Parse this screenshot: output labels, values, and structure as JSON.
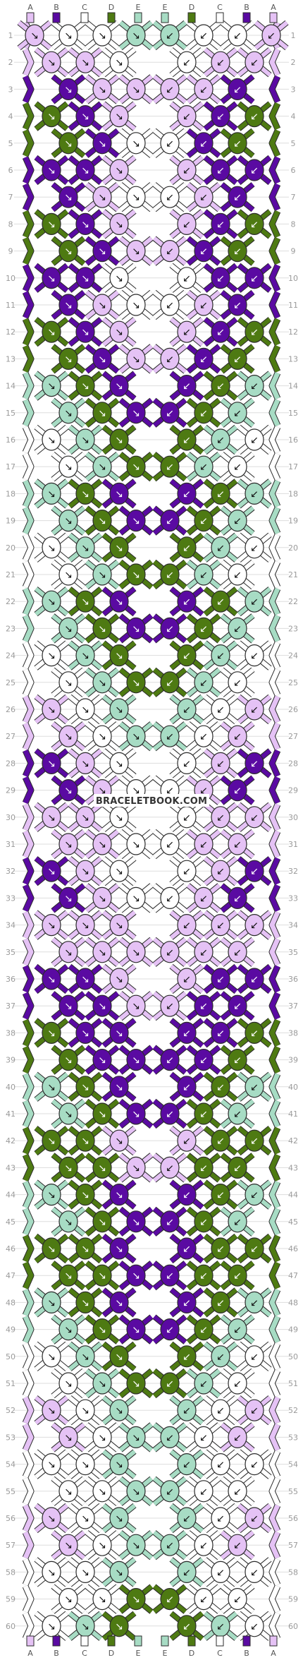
{
  "watermark": "BRACELETBOOK.COM",
  "colors": {
    "A": "#e5c2f5",
    "B": "#5a0aa2",
    "C": "#ffffff",
    "D": "#4e7a12",
    "E": "#a7dcc4",
    "outline": "#2b2b2b",
    "rowline": "#dddddd"
  },
  "string_letters_top": [
    "A",
    "B",
    "C",
    "D",
    "E",
    "E",
    "D",
    "C",
    "B",
    "A"
  ],
  "string_letters_bottom": [
    "A",
    "B",
    "C",
    "D",
    "E",
    "E",
    "D",
    "C",
    "B",
    "A"
  ],
  "row_count": 60,
  "row_labels": [
    "1",
    "2",
    "3",
    "4",
    "5",
    "6",
    "7",
    "8",
    "9",
    "10",
    "11",
    "12",
    "13",
    "14",
    "15",
    "16",
    "17",
    "18",
    "19",
    "20",
    "21",
    "22",
    "23",
    "24",
    "25",
    "26",
    "27",
    "28",
    "29",
    "30",
    "31",
    "32",
    "33",
    "34",
    "35",
    "36",
    "37",
    "38",
    "39",
    "40",
    "41",
    "42",
    "43",
    "44",
    "45",
    "46",
    "47",
    "48",
    "49",
    "50",
    "51",
    "52",
    "53",
    "54",
    "55",
    "56",
    "57",
    "58",
    "59",
    "60"
  ],
  "knot_arrows": {
    "forward": "↘",
    "backward": "↙",
    "forward_backward": "↴",
    "backward_forward": "↵"
  },
  "knot_rows": [
    [
      "A",
      "C",
      "C",
      "E",
      "E",
      "C",
      "C",
      "A"
    ],
    [
      "A",
      "A",
      "C",
      "C",
      "A",
      "A"
    ],
    [
      "B",
      "A",
      "A",
      "A",
      "A",
      "B"
    ],
    [
      "D",
      "B",
      "A",
      "A",
      "B",
      "D"
    ],
    [
      "D",
      "B",
      "C",
      "C",
      "B",
      "D"
    ],
    [
      "B",
      "B",
      "A",
      "A",
      "B",
      "B"
    ],
    [
      "B",
      "A",
      "C",
      "C",
      "A",
      "B"
    ],
    [
      "D",
      "B",
      "A",
      "A",
      "B",
      "D"
    ],
    [
      "D",
      "B",
      "A",
      "A",
      "B",
      "D"
    ],
    [
      "B",
      "B",
      "C",
      "C",
      "B",
      "B"
    ],
    [
      "B",
      "A",
      "C",
      "C",
      "A",
      "B"
    ],
    [
      "D",
      "B",
      "A",
      "A",
      "B",
      "D"
    ],
    [
      "D",
      "B",
      "A",
      "A",
      "B",
      "D"
    ],
    [
      "E",
      "D",
      "B",
      "B",
      "D",
      "E"
    ],
    [
      "E",
      "D",
      "B",
      "B",
      "D",
      "E"
    ],
    [
      "C",
      "E",
      "D",
      "D",
      "E",
      "C"
    ],
    [
      "C",
      "E",
      "D",
      "D",
      "E",
      "C"
    ],
    [
      "E",
      "D",
      "B",
      "B",
      "D",
      "E"
    ],
    [
      "E",
      "D",
      "B",
      "B",
      "D",
      "E"
    ],
    [
      "C",
      "E",
      "D",
      "D",
      "E",
      "C"
    ],
    [
      "C",
      "E",
      "D",
      "D",
      "E",
      "C"
    ],
    [
      "E",
      "D",
      "B",
      "B",
      "D",
      "E"
    ],
    [
      "E",
      "D",
      "B",
      "B",
      "D",
      "E"
    ],
    [
      "C",
      "E",
      "D",
      "D",
      "E",
      "C"
    ],
    [
      "C",
      "E",
      "D",
      "D",
      "E",
      "C"
    ],
    [
      "A",
      "C",
      "E",
      "E",
      "C",
      "A"
    ],
    [
      "A",
      "C",
      "E",
      "E",
      "C",
      "A"
    ],
    [
      "B",
      "A",
      "C",
      "C",
      "A",
      "B"
    ],
    [
      "B",
      "A",
      "C",
      "C",
      "A",
      "B"
    ],
    [
      "A",
      "A",
      "C",
      "C",
      "A",
      "A"
    ],
    [
      "A",
      "A",
      "C",
      "C",
      "A",
      "A"
    ],
    [
      "B",
      "A",
      "C",
      "C",
      "A",
      "B"
    ],
    [
      "B",
      "A",
      "C",
      "C",
      "A",
      "B"
    ],
    [
      "A",
      "A",
      "A",
      "A",
      "A",
      "A"
    ],
    [
      "A",
      "A",
      "A",
      "A",
      "A",
      "A"
    ],
    [
      "B",
      "B",
      "A",
      "A",
      "B",
      "B"
    ],
    [
      "B",
      "B",
      "A",
      "A",
      "B",
      "B"
    ],
    [
      "D",
      "B",
      "B",
      "B",
      "B",
      "D"
    ],
    [
      "D",
      "B",
      "B",
      "B",
      "B",
      "D"
    ],
    [
      "E",
      "D",
      "B",
      "B",
      "D",
      "E"
    ],
    [
      "E",
      "D",
      "B",
      "B",
      "D",
      "E"
    ],
    [
      "D",
      "D",
      "A",
      "A",
      "D",
      "D"
    ],
    [
      "D",
      "D",
      "A",
      "A",
      "D",
      "D"
    ],
    [
      "E",
      "D",
      "B",
      "B",
      "D",
      "E"
    ],
    [
      "E",
      "D",
      "B",
      "B",
      "D",
      "E"
    ],
    [
      "D",
      "D",
      "B",
      "B",
      "D",
      "D"
    ],
    [
      "D",
      "D",
      "B",
      "B",
      "D",
      "D"
    ],
    [
      "E",
      "D",
      "B",
      "B",
      "D",
      "E"
    ],
    [
      "E",
      "D",
      "B",
      "B",
      "D",
      "E"
    ],
    [
      "C",
      "E",
      "D",
      "D",
      "E",
      "C"
    ],
    [
      "C",
      "E",
      "D",
      "D",
      "E",
      "C"
    ],
    [
      "A",
      "C",
      "E",
      "E",
      "C",
      "A"
    ],
    [
      "A",
      "C",
      "E",
      "E",
      "C",
      "A"
    ],
    [
      "C",
      "C",
      "E",
      "E",
      "C",
      "C"
    ],
    [
      "C",
      "C",
      "E",
      "E",
      "C",
      "C"
    ],
    [
      "A",
      "C",
      "E",
      "E",
      "C",
      "A"
    ],
    [
      "A",
      "C",
      "E",
      "E",
      "C",
      "A"
    ],
    [
      "C",
      "C",
      "E",
      "E",
      "C",
      "C"
    ],
    [
      "C",
      "C",
      "D",
      "D",
      "C",
      "C"
    ],
    [
      "C",
      "E",
      "D",
      "D",
      "E",
      "C"
    ]
  ]
}
